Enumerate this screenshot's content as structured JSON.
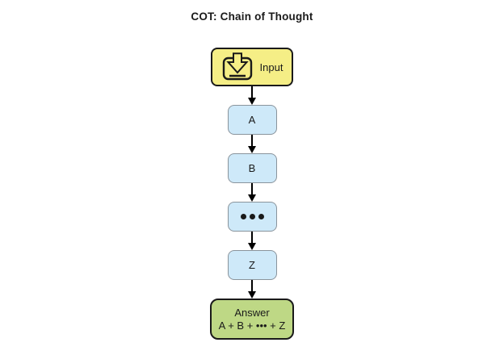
{
  "title": "COT: Chain of Thought",
  "colors": {
    "background": "#ffffff",
    "ink": "#1a1a1a",
    "arrow": "#000000",
    "input_fill": "#f5ee86",
    "input_border": "#1a1a1a",
    "step_fill": "#cee9f9",
    "step_border": "#8a949c",
    "answer_fill": "#bed885",
    "answer_border": "#1a1a1a"
  },
  "flow": {
    "input": {
      "label": "Input",
      "icon": "download-into-tray"
    },
    "steps": [
      {
        "label": "A"
      },
      {
        "label": "B"
      },
      {
        "label": "•••",
        "type": "ellipsis"
      },
      {
        "label": "Z"
      }
    ],
    "answer": {
      "heading": "Answer",
      "formula": "A + B + ••• + Z"
    }
  }
}
